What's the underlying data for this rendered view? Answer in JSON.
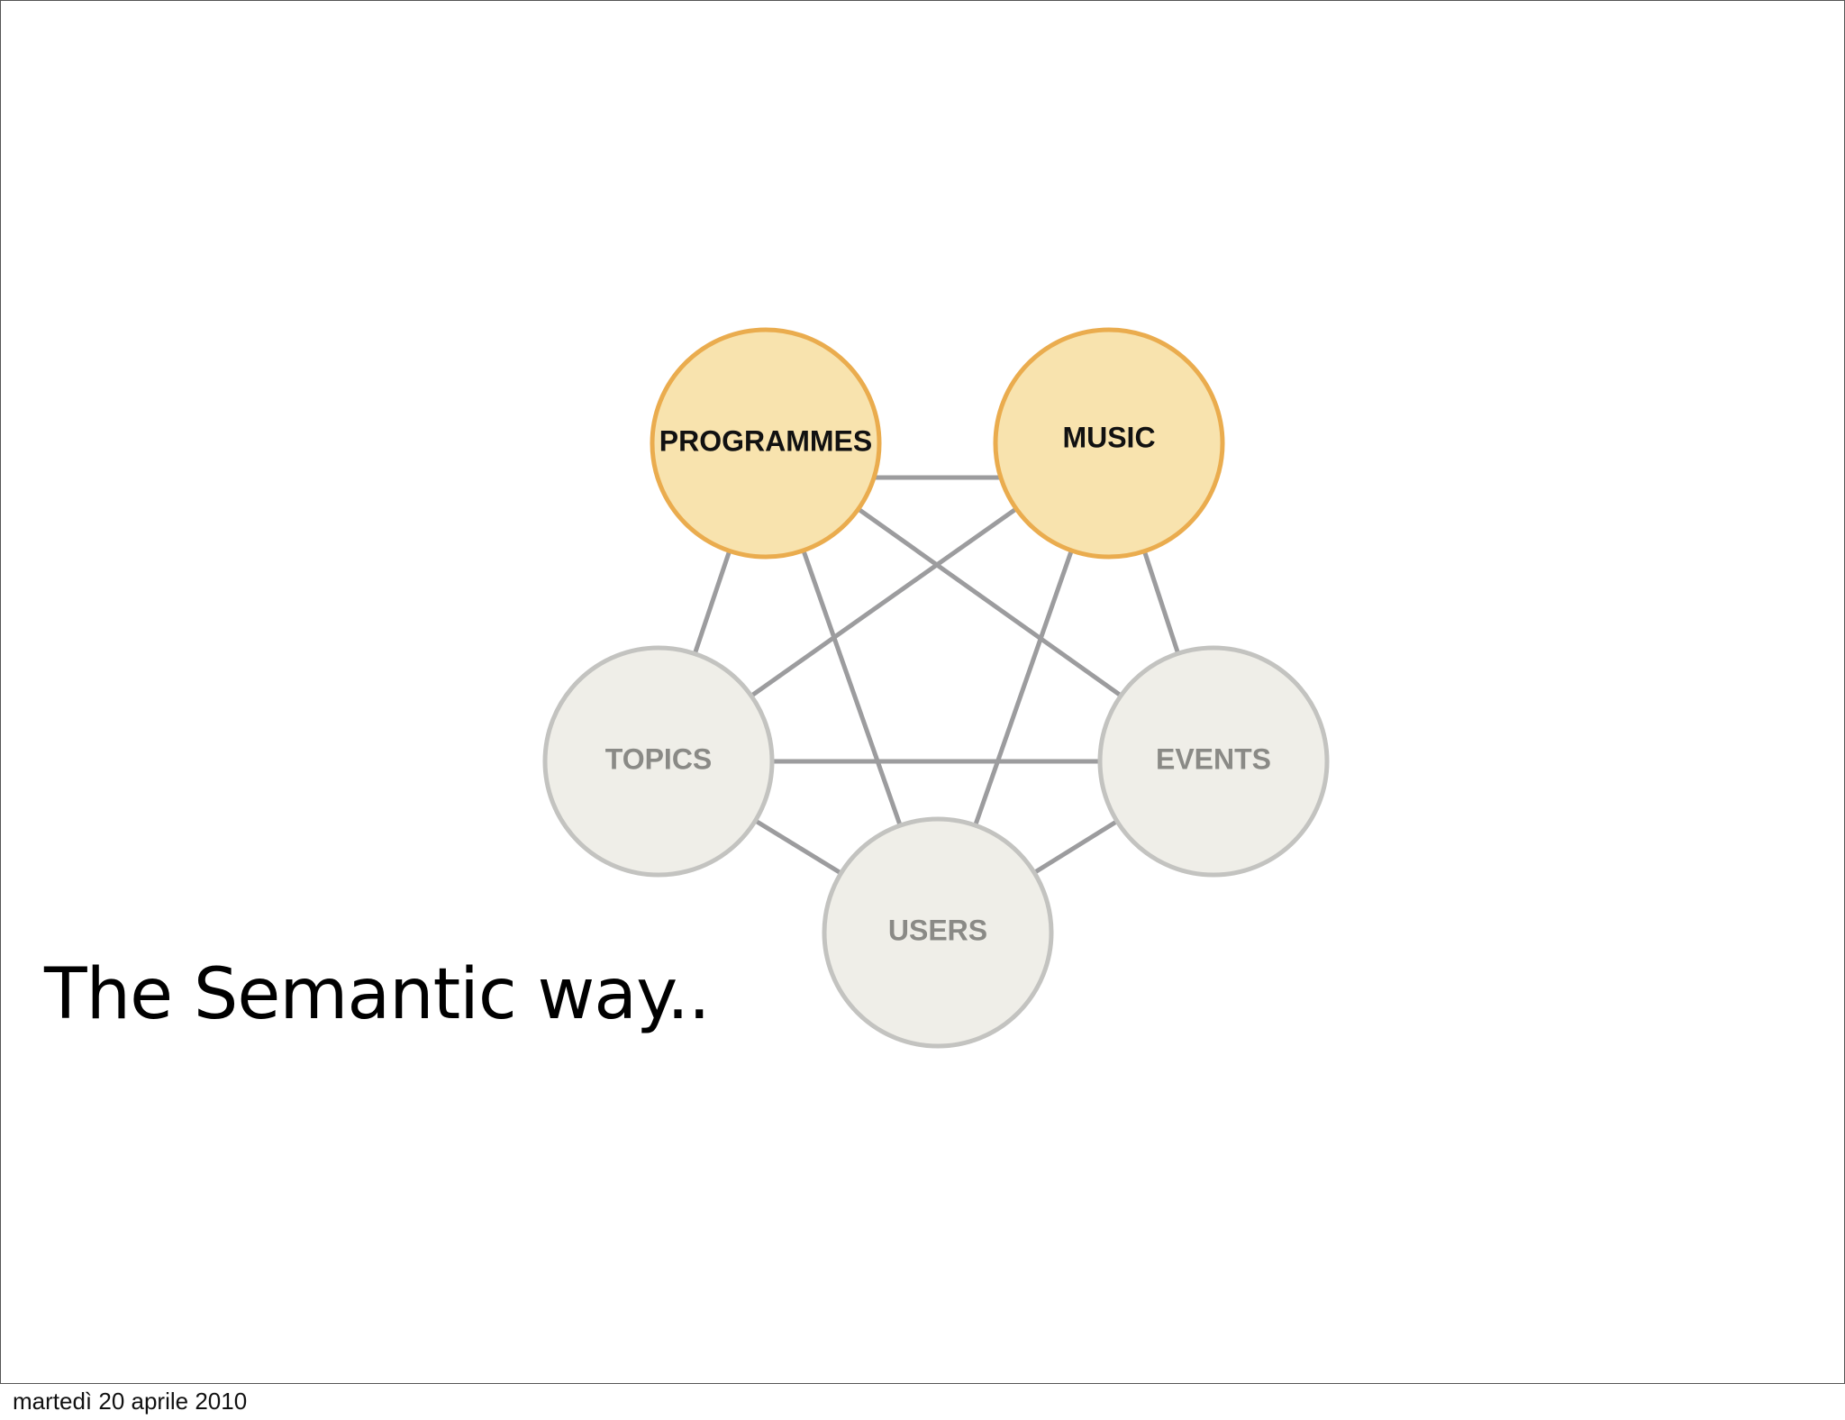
{
  "slide": {
    "title": "The Semantic way..",
    "footer_date": "martedì 20 aprile 2010"
  },
  "diagram": {
    "nodes": [
      {
        "id": "programmes",
        "label": "PROGRAMMES",
        "highlighted": true
      },
      {
        "id": "music",
        "label": "MUSIC",
        "highlighted": true
      },
      {
        "id": "topics",
        "label": "TOPICS",
        "highlighted": false
      },
      {
        "id": "events",
        "label": "EVENTS",
        "highlighted": false
      },
      {
        "id": "users",
        "label": "USERS",
        "highlighted": false
      }
    ],
    "edges": [
      [
        "programmes",
        "music"
      ],
      [
        "programmes",
        "topics"
      ],
      [
        "programmes",
        "events"
      ],
      [
        "programmes",
        "users"
      ],
      [
        "music",
        "topics"
      ],
      [
        "music",
        "events"
      ],
      [
        "music",
        "users"
      ],
      [
        "topics",
        "events"
      ],
      [
        "topics",
        "users"
      ],
      [
        "events",
        "users"
      ]
    ],
    "colors": {
      "highlight_fill": "#f8e3ae",
      "highlight_stroke": "#eaac4e",
      "highlight_text": "#111111",
      "muted_fill": "#efeee8",
      "muted_stroke": "#c3c3c0",
      "muted_text": "#8a8a86",
      "edge": "#9c9c9e"
    }
  }
}
